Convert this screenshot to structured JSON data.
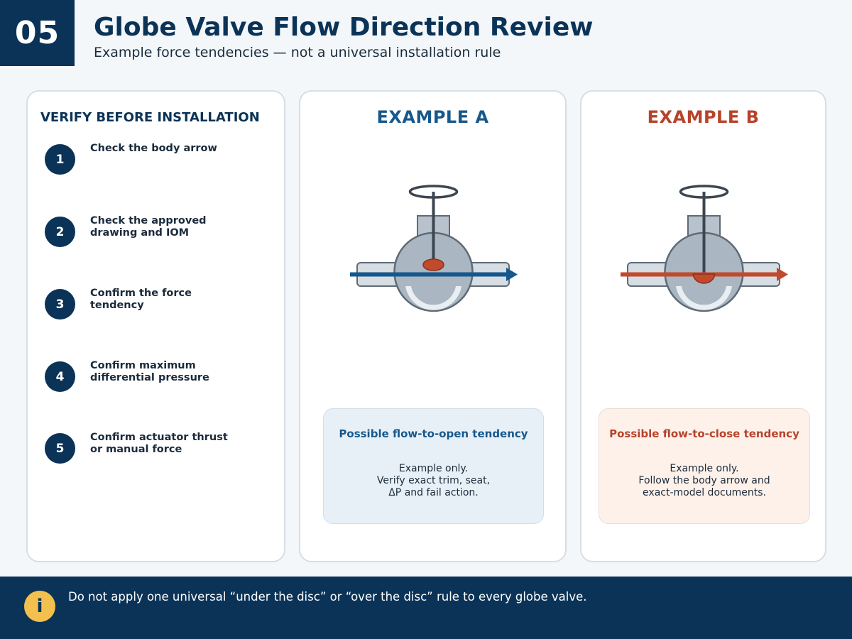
{
  "header": {
    "number": "05",
    "title": "Globe Valve Flow Direction Review",
    "subtitle": "Example force tendencies — not a universal installation rule"
  },
  "checklist": {
    "heading": "VERIFY BEFORE INSTALLATION",
    "steps": [
      {
        "number": "1",
        "lines": [
          "Check the body arrow"
        ]
      },
      {
        "number": "2",
        "lines": [
          "Check the approved",
          "drawing and IOM"
        ]
      },
      {
        "number": "3",
        "lines": [
          "Confirm the force",
          "tendency"
        ]
      },
      {
        "number": "4",
        "lines": [
          "Confirm maximum",
          "differential pressure"
        ]
      },
      {
        "number": "5",
        "lines": [
          "Confirm actuator thrust",
          "or manual force"
        ]
      }
    ]
  },
  "examples": {
    "a": {
      "title": "EXAMPLE A",
      "note_title": "Possible flow-to-open tendency",
      "note_lines": [
        "Example only.",
        "Verify exact trim, seat,",
        "ΔP and fail action."
      ],
      "accent_color": "#17588c",
      "flow_direction": "left-to-right",
      "disc_position": "above flow path"
    },
    "b": {
      "title": "EXAMPLE B",
      "note_title": "Possible flow-to-close tendency",
      "note_lines": [
        "Example only.",
        "Follow the body arrow and",
        "exact-model documents."
      ],
      "accent_color": "#b6432a",
      "flow_direction": "left-to-right",
      "disc_position": "below flow path"
    }
  },
  "footer": {
    "icon": "info-icon",
    "text": "Do not apply one universal “under the disc” or “over the disc” rule to every globe valve."
  },
  "colors": {
    "navy": "#0b3357",
    "blue_accent": "#17588c",
    "orange_accent": "#b6432a",
    "info_yellow": "#f2c04e"
  }
}
